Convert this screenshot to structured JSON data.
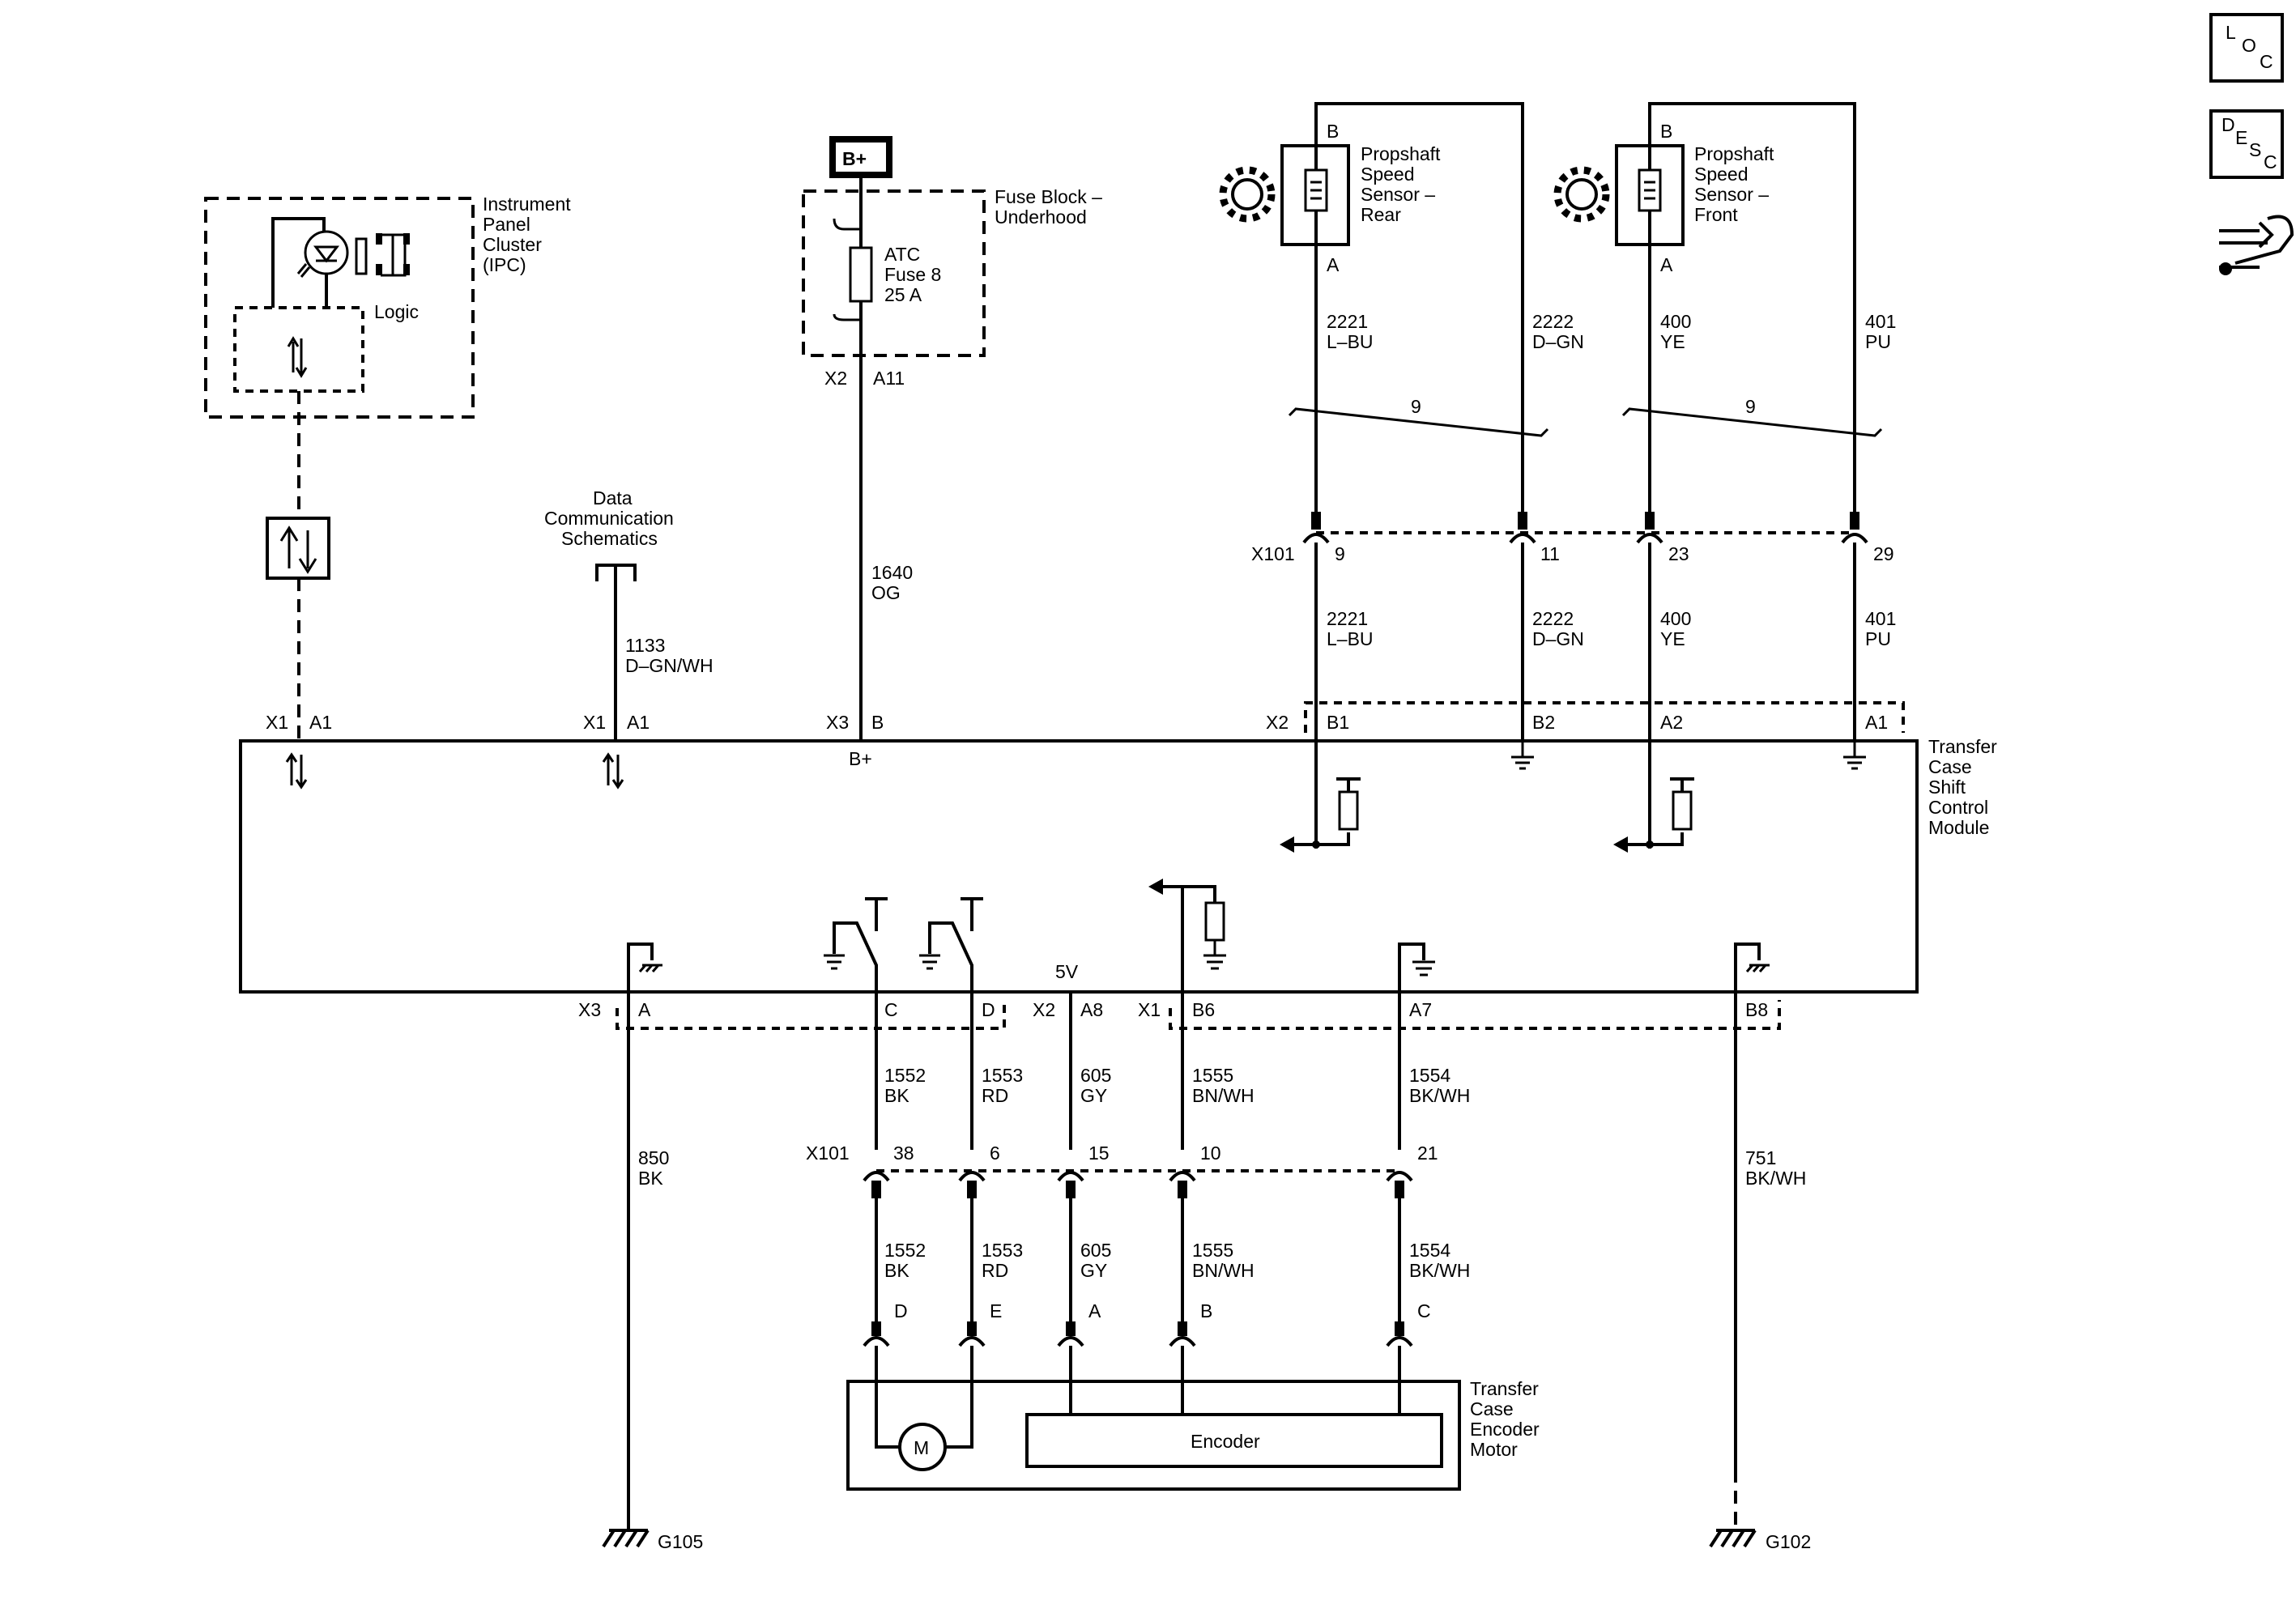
{
  "nav": {
    "loc": [
      "L",
      "O",
      "C"
    ],
    "desc": [
      "D",
      "E",
      "S",
      "C"
    ]
  },
  "battery": "B+",
  "ipc": {
    "title": [
      "Instrument",
      "Panel",
      "Cluster",
      "(IPC)"
    ],
    "logic": "Logic"
  },
  "fuse_block": {
    "title": [
      "Fuse Block –",
      "Underhood"
    ],
    "fuse": [
      "ATC",
      "Fuse 8",
      "25 A"
    ],
    "conn": "X2",
    "pin": "A11"
  },
  "data_comm": [
    "Data",
    "Communication",
    "Schematics"
  ],
  "sensor_rear": {
    "title": [
      "Propshaft",
      "Speed",
      "Sensor –",
      "Rear"
    ],
    "pin_b": "B",
    "pin_a": "A"
  },
  "sensor_front": {
    "title": [
      "Propshaft",
      "Speed",
      "Sensor –",
      "Front"
    ],
    "pin_b": "B",
    "pin_a": "A"
  },
  "twist": {
    "rear": "9",
    "front": "9"
  },
  "x101_top": {
    "label": "X101",
    "pins": [
      "9",
      "11",
      "23",
      "29"
    ]
  },
  "wires_top": [
    {
      "num": "2221",
      "color": "L–BU"
    },
    {
      "num": "2222",
      "color": "D–GN"
    },
    {
      "num": "400",
      "color": "YE"
    },
    {
      "num": "401",
      "color": "PU"
    }
  ],
  "wire_1133": {
    "num": "1133",
    "color": "D–GN/WH"
  },
  "wire_1640": {
    "num": "1640",
    "color": "OG"
  },
  "tccm": {
    "title": [
      "Transfer",
      "Case",
      "Shift",
      "Control",
      "Module"
    ],
    "top_pins": [
      {
        "conn": "X1",
        "pin": "A1"
      },
      {
        "conn": "X1",
        "pin": "A1"
      },
      {
        "conn": "X3",
        "pin": "B"
      },
      {
        "conn": "X2",
        "pin": "B1"
      },
      {
        "conn": "",
        "pin": "B2"
      },
      {
        "conn": "",
        "pin": "A2"
      },
      {
        "conn": "",
        "pin": "A1"
      }
    ],
    "bplus": "B+",
    "fivev": "5V",
    "bottom_pins": [
      {
        "conn": "X3",
        "pin": "A"
      },
      {
        "conn": "",
        "pin": "C"
      },
      {
        "conn": "",
        "pin": "D"
      },
      {
        "conn": "X2",
        "pin": "A8"
      },
      {
        "conn": "X1",
        "pin": "B6"
      },
      {
        "conn": "",
        "pin": "A7"
      },
      {
        "conn": "",
        "pin": "B8"
      }
    ]
  },
  "wires_bottom": [
    {
      "num": "1552",
      "color": "BK"
    },
    {
      "num": "1553",
      "color": "RD"
    },
    {
      "num": "605",
      "color": "GY"
    },
    {
      "num": "1555",
      "color": "BN/WH"
    },
    {
      "num": "1554",
      "color": "BK/WH"
    }
  ],
  "wire_850": {
    "num": "850",
    "color": "BK"
  },
  "wire_751": {
    "num": "751",
    "color": "BK/WH"
  },
  "x101_bottom": {
    "label": "X101",
    "pins": [
      "38",
      "6",
      "15",
      "10",
      "21"
    ]
  },
  "motor_pins": [
    "D",
    "E",
    "A",
    "B",
    "C"
  ],
  "motor": {
    "title": [
      "Transfer",
      "Case",
      "Encoder",
      "Motor"
    ],
    "encoder": "Encoder",
    "m": "M"
  },
  "grounds": {
    "left": "G105",
    "right": "G102"
  }
}
